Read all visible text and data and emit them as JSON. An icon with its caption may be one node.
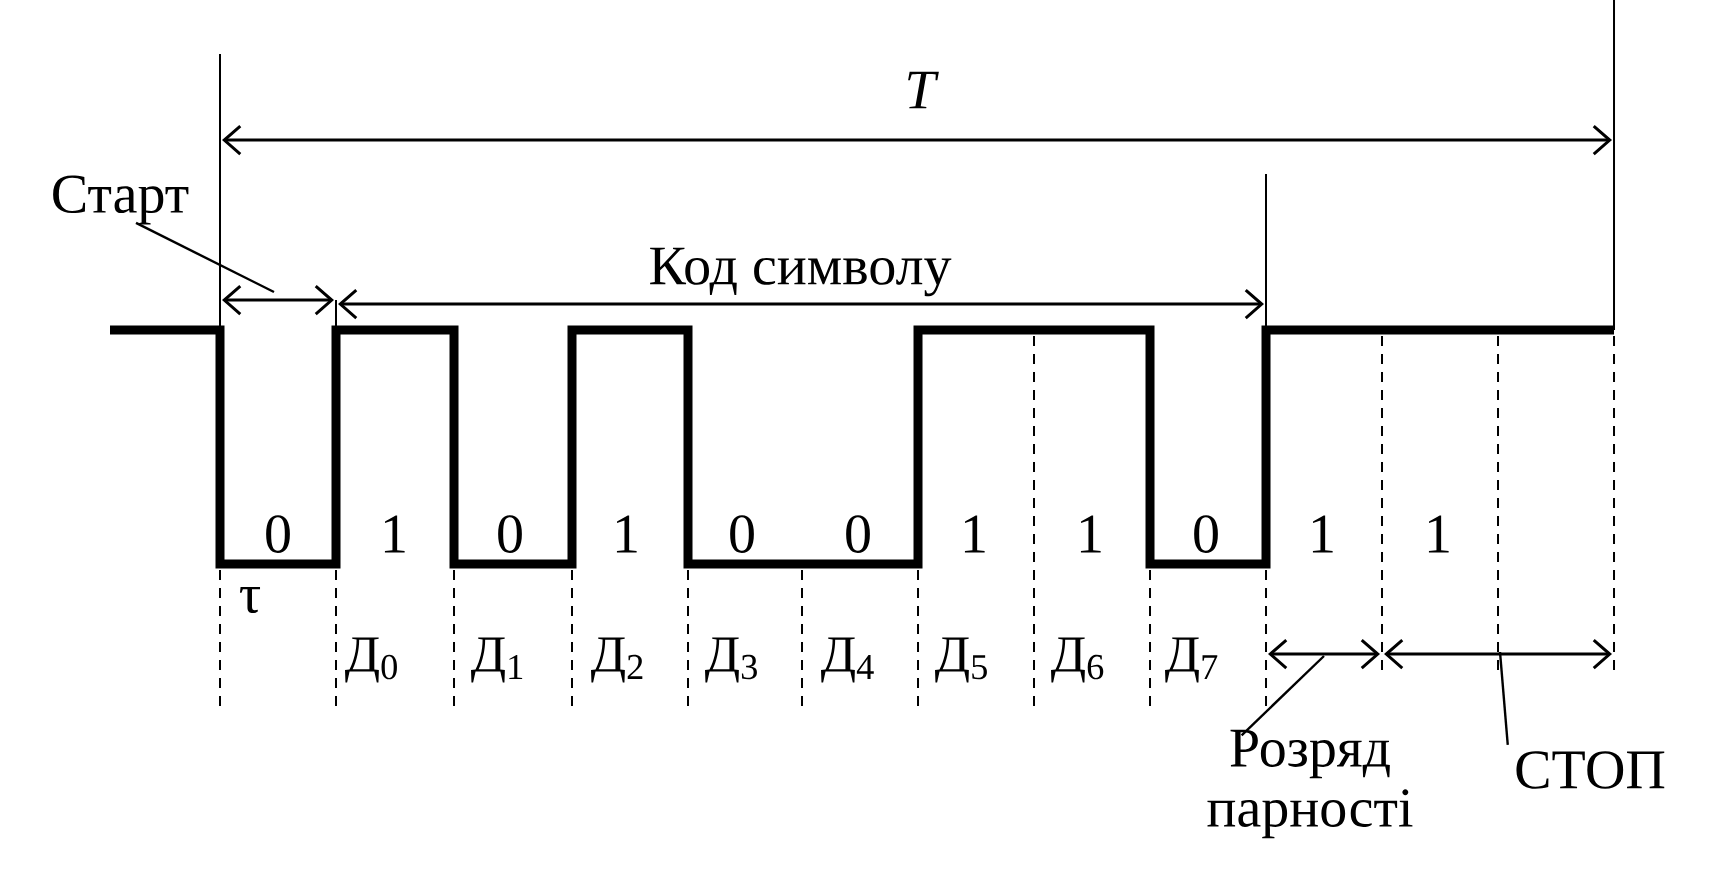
{
  "diagram": {
    "nodes": [
      {
        "text": [
          "Старт"
        ]
      },
      {
        "text": [
          "Розряд парності"
        ]
      },
      {
        "text": [
          "СТОП"
        ]
      }
    ],
    "edges": [
      {
        "from": 0,
        "to": null,
        "arrow": "none"
      },
      {
        "from": 1,
        "to": null,
        "arrow": "none"
      },
      {
        "from": 2,
        "to": null,
        "arrow": "none"
      }
    ],
    "labels": [
      "T",
      "Код символу",
      "0",
      "1",
      "0",
      "1",
      "0",
      "0",
      "1",
      "1",
      "0",
      "1",
      "1",
      "τ",
      "Д$_{0}$",
      "Д$_{1}$",
      "Д$_{2}$",
      "Д$_{3}$",
      "Д$_{4}$",
      "Д$_{5}$",
      "Д$_{6}$",
      "Д$_{7}$"
    ]
  }
}
